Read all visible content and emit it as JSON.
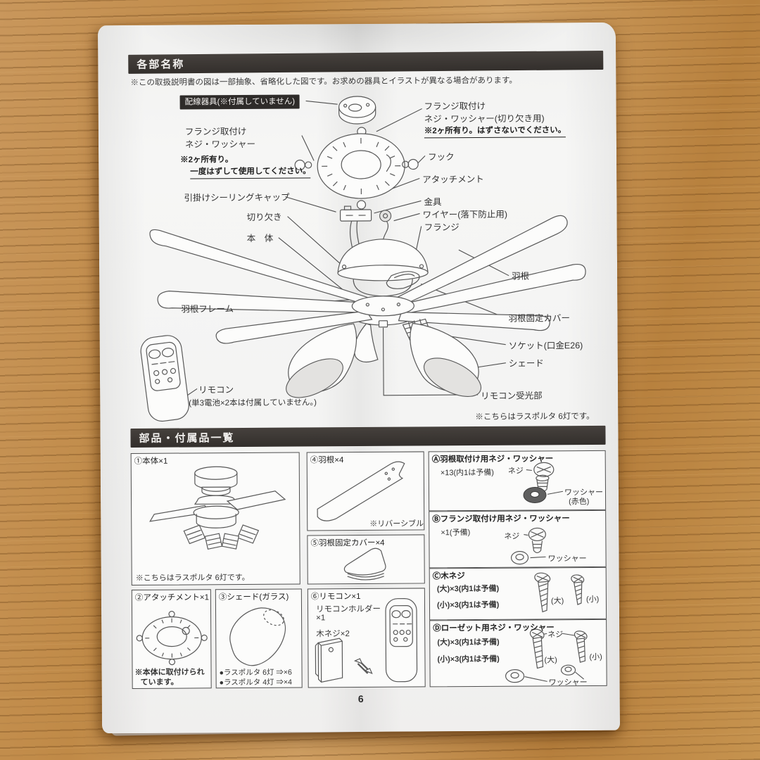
{
  "colors": {
    "header_bar": "#3b3632",
    "paper": "#f3f3f2",
    "wood": "#c3904f",
    "ink": "#333333"
  },
  "page_number": "6",
  "section1": {
    "title": "各部名称",
    "note": "※この取扱説明書の図は一部抽象、省略化した図です。お求めの器具とイラストが異なる場合があります。",
    "labels": {
      "wiring_device": "配線器具(※付属していません)",
      "flange_right_1": "フランジ取付け",
      "flange_right_2": "ネジ・ワッシャー(切り欠き用)",
      "flange_right_3": "※2ヶ所有り。はずさないでください。",
      "flange_left_1": "フランジ取付け",
      "flange_left_2": "ネジ・ワッシャー",
      "flange_left_3": "※2ヶ所有り。",
      "flange_left_4": "一度はずして使用してください。",
      "hook": "フック",
      "attachment": "アタッチメント",
      "ceiling_cap": "引掛けシーリングキャップ",
      "metal_fitting": "金具",
      "wire": "ワイヤー(落下防止用)",
      "notch": "切り欠き",
      "flange": "フランジ",
      "body": "本　体",
      "blade": "羽根",
      "blade_frame": "羽根フレーム",
      "blade_cover": "羽根固定カバー",
      "socket": "ソケット(口金E26)",
      "shade": "シェード",
      "remote": "リモコン",
      "remote_note": "(単3電池×2本は付属していません。)",
      "receiver": "リモコン受光部",
      "model_note": "※こちらはラスポルタ 6灯です。"
    }
  },
  "section2": {
    "title": "部品・付属品一覧",
    "cell1": {
      "title": "①本体×1",
      "note": "※こちらはラスポルタ 6灯です。"
    },
    "cell2": {
      "title": "②アタッチメント×1",
      "note1": "※本体に取付けられ",
      "note2": "ています。"
    },
    "cell3": {
      "title": "③シェード(ガラス)",
      "opt1": "●ラスポルタ 6灯 ⇒×6",
      "opt2": "●ラスポルタ 4灯 ⇒×4"
    },
    "cell4": {
      "title": "④羽根×4",
      "note": "※リバーシブル"
    },
    "cell5": {
      "title": "⑤羽根固定カバー×4"
    },
    "cell6": {
      "title": "⑥リモコン×1",
      "line2": "リモコンホルダー",
      "line3": "×1",
      "line4": "木ネジ×2"
    },
    "cellA": {
      "title": "Ⓐ羽根取付け用ネジ・ワッシャー",
      "qty": "×13(内1は予備)",
      "screw": "ネジ",
      "washer": "ワッシャー",
      "washer2": "(赤色)"
    },
    "cellB": {
      "title": "Ⓑフランジ取付け用ネジ・ワッシャー",
      "qty": "×1(予備)",
      "screw": "ネジ",
      "washer": "ワッシャー"
    },
    "cellC": {
      "title": "Ⓒ木ネジ",
      "qty1": "(大)×3(内1は予備)",
      "qty2": "(小)×3(内1は予備)",
      "lab_l": "(大)",
      "lab_s": "(小)"
    },
    "cellD": {
      "title": "Ⓓローゼット用ネジ・ワッシャー",
      "qty1": "(大)×3(内1は予備)",
      "qty2": "(小)×3(内1は予備)",
      "screw": "ネジ",
      "lab_l": "(大)",
      "lab_s": "(小)",
      "washer": "ワッシャー"
    }
  }
}
